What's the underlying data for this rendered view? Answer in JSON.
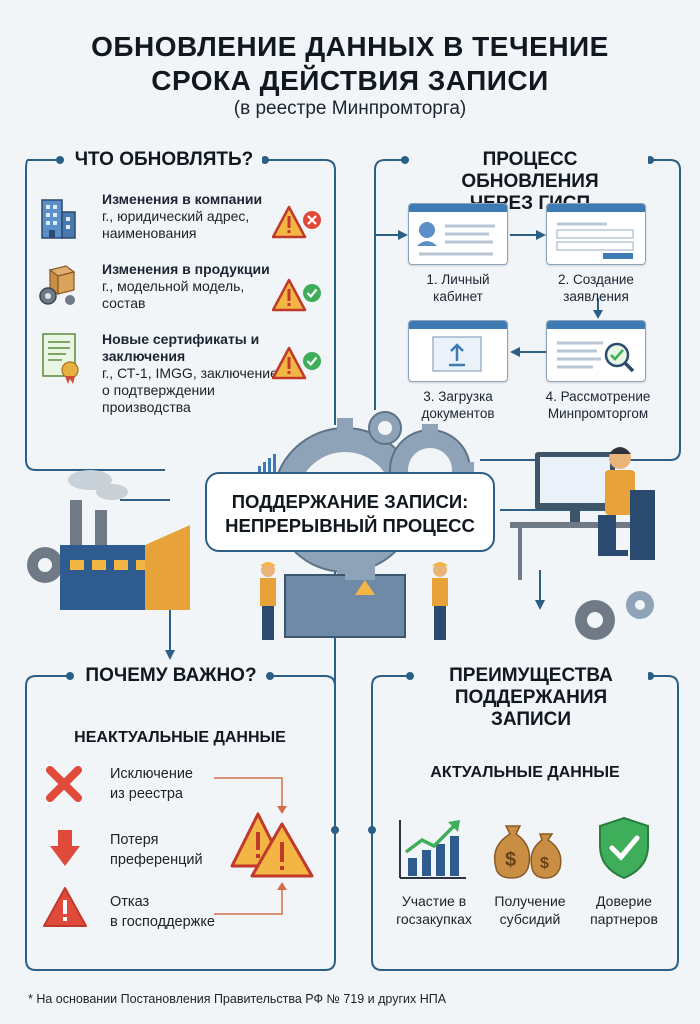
{
  "header": {
    "title_line1": "ОБНОВЛЕНИЕ ДАННЫХ В ТЕЧЕНИЕ",
    "title_line2": "СРОКА ДЕЙСТВИЯ ЗАПИСИ",
    "subtitle": "(в реестре Минпромторга)"
  },
  "what_to_update": {
    "heading": "ЧТО ОБНОВЛЯТЬ?",
    "items": [
      {
        "title": "Изменения в компании",
        "text": "г., юридический адрес, наименования",
        "icon": "building-icon",
        "status": "warning-cross"
      },
      {
        "title": "Изменения в продукции",
        "text": "г., модельной модель, состав",
        "icon": "boxes-gear-icon",
        "status": "warning-check"
      },
      {
        "title": "Новые сертификаты и заключения",
        "text": "г., СТ-1, IMGG, заключение о подтверждении производства",
        "icon": "certificate-icon",
        "status": "warning-check"
      }
    ]
  },
  "process": {
    "heading_line1": "ПРОЦЕСС ОБНОВЛЕНИЯ",
    "heading_line2": "ЧЕРЕЗ ГИСП",
    "steps": [
      {
        "label_line1": "1. Личный",
        "label_line2": "кабинет"
      },
      {
        "label_line1": "2. Создание",
        "label_line2": "заявления"
      },
      {
        "label_line1": "3. Загрузка",
        "label_line2": "документов"
      },
      {
        "label_line1": "4. Рассмотрение",
        "label_line2": "Минпромторгом"
      }
    ]
  },
  "center": {
    "line1": "ПОДДЕРЖАНИЕ ЗАПИСИ:",
    "line2": "НЕПРЕРЫВНЫЙ ПРОЦЕСС"
  },
  "why_important": {
    "heading": "ПОЧЕМУ ВАЖНО?",
    "subheading": "НЕАКТУАЛЬНЫЕ ДАННЫЕ",
    "risks": [
      {
        "line1": "Исключение",
        "line2": "из реестра",
        "icon": "red-cross-icon"
      },
      {
        "line1": "Потеря",
        "line2": "преференций",
        "icon": "down-arrow-icon"
      },
      {
        "line1": "Отказ",
        "line2": "в господдержке",
        "icon": "warning-icon"
      }
    ]
  },
  "benefits": {
    "heading_line1": "ПРЕИМУЩЕСТВА",
    "heading_line2": "ПОДДЕРЖАНИЯ ЗАПИСИ",
    "subheading": "АКТУАЛЬНЫЕ ДАННЫЕ",
    "items": [
      {
        "line1": "Участие в",
        "line2": "госзакупках",
        "icon": "growth-chart-icon"
      },
      {
        "line1": "Получение",
        "line2": "субсидий",
        "icon": "money-bags-icon"
      },
      {
        "line1": "Доверие",
        "line2": "партнеров",
        "icon": "shield-check-icon"
      }
    ]
  },
  "footnote": "* На основании Постановления Правительства РФ № 719 и других НПА",
  "colors": {
    "accent": "#2b5f85",
    "warning": "#e8a23a",
    "danger": "#e04a3a",
    "success": "#3fae5a"
  }
}
